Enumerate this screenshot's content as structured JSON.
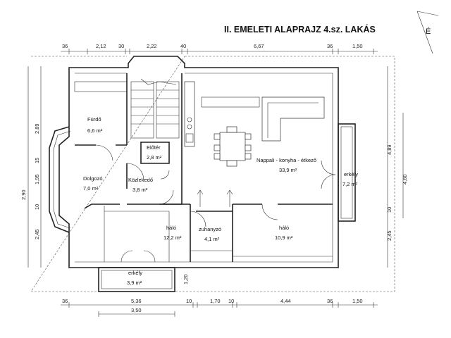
{
  "title": "II. EMELETI ALAPRAJZ  4.sz. LAKÁS",
  "north_label": "É",
  "top_dims": [
    "36",
    "2,12",
    "30",
    "2,22",
    "40",
    "6,67",
    "36",
    "1,50"
  ],
  "bottom_dims": [
    "36",
    "5,36",
    "10",
    "1,70",
    "10",
    "4,44",
    "36",
    "1,50"
  ],
  "bottom_total": "3,50",
  "bottom_extra": "1,20",
  "left_outer": "2,90",
  "left_inner": [
    "2,89",
    "15",
    "1,95",
    "10",
    "2,45"
  ],
  "right_inner": [
    "4,89",
    "10",
    "2,45"
  ],
  "right_outer": "4,60",
  "rooms": {
    "furdo": {
      "name": "Fürdő",
      "area": "6,6 m²"
    },
    "eloter": {
      "name": "Előtér",
      "area": "2,8 m²"
    },
    "dolgozo": {
      "name": "Dolgozó",
      "area": "7,0 m²"
    },
    "kozlekedo": {
      "name": "Közlekedő",
      "area": "3,8 m²"
    },
    "nappali": {
      "name": "Nappali - konyha - étkező",
      "area": "33,9 m²"
    },
    "erkely_right": {
      "name": "erkély",
      "area": "7,2 m²"
    },
    "halo_left": {
      "name": "háló",
      "area": "12,2 m²"
    },
    "zuhanyzo": {
      "name": "zuhanyzó",
      "area": "4,1 m²"
    },
    "halo_right": {
      "name": "háló",
      "area": "10,9 m²"
    },
    "erkely_bottom": {
      "name": "erkély",
      "area": "3,9 m²"
    }
  }
}
